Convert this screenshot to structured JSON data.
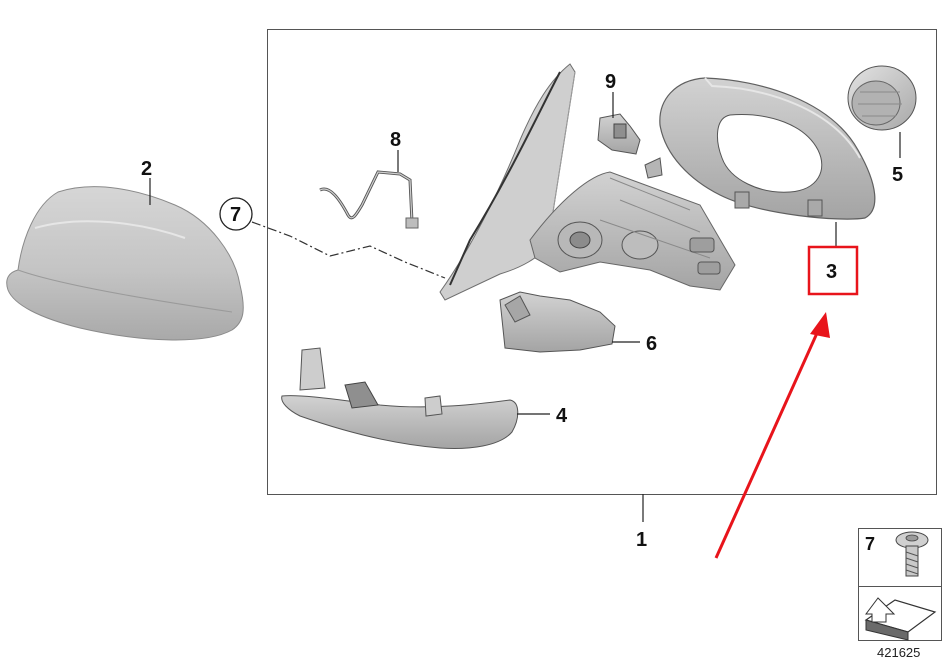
{
  "diagram": {
    "callouts": {
      "c1": "1",
      "c2": "2",
      "c3": "3",
      "c4": "4",
      "c5": "5",
      "c6": "6",
      "c7": "7",
      "c8": "8",
      "c9": "9"
    },
    "legend": {
      "screw_number": "7"
    },
    "reference_number": "421625",
    "highlight_color": "#e8141b",
    "part_color": "#c9c9c9"
  }
}
